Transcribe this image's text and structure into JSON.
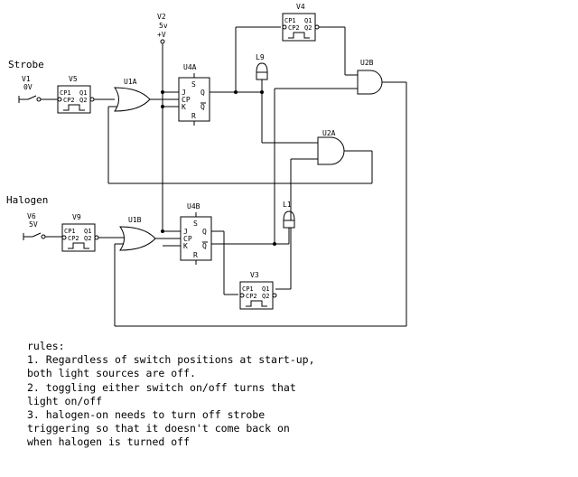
{
  "section_labels": {
    "strobe": "Strobe",
    "halogen": "Halogen"
  },
  "sources": {
    "v1": {
      "name": "V1",
      "value": "0V"
    },
    "v6": {
      "name": "V6",
      "value": "5V"
    },
    "v2": {
      "name": "V2",
      "value": "5v",
      "symbol": "+V"
    }
  },
  "components": {
    "v5": "V5",
    "v9": "V9",
    "v3": "V3",
    "v4": "V4",
    "u1a": "U1A",
    "u1b": "U1B",
    "u2a": "U2A",
    "u2b": "U2B",
    "u4a": "U4A",
    "u4b": "U4B",
    "l9": "L9",
    "l1": "L1"
  },
  "pins": {
    "cp1": "CP1",
    "cp2": "CP2",
    "q1": "Q1",
    "q2": "Q2",
    "j": "J",
    "cp": "CP",
    "k": "K",
    "s": "S",
    "r": "R",
    "q": "Q",
    "qbar": "Q"
  },
  "rules": {
    "heading": "rules:",
    "items": [
      {
        "num": "1.",
        "line1": "Regardless of switch positions at start-up,",
        "line2": "both light sources are off."
      },
      {
        "num": "2.",
        "line1": "toggling either switch on/off turns that",
        "line2": "light on/off"
      },
      {
        "num": "3.",
        "line1": "halogen-on needs to turn off strobe",
        "line2": "triggering so that it doesn't come back on",
        "line3": "when halogen is turned off"
      }
    ]
  }
}
